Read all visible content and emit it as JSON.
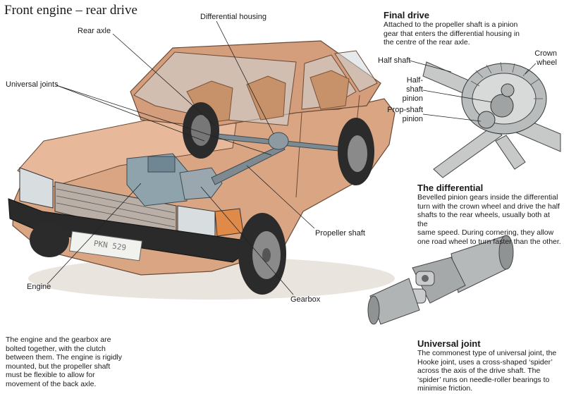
{
  "title": "Front engine – rear drive",
  "labels": {
    "differential_housing": "Differential housing",
    "rear_axle": "Rear axle",
    "universal_joints": "Universal joints",
    "propeller_shaft": "Propeller shaft",
    "engine": "Engine",
    "gearbox": "Gearbox",
    "half_shaft": "Half shaft",
    "crown_wheel_1": "Crown",
    "crown_wheel_2": "wheel",
    "half_shaft_pinion_1": "Half-",
    "half_shaft_pinion_2": "shaft",
    "half_shaft_pinion_3": "pinion",
    "prop_shaft_pinion_1": "Prop-shaft",
    "prop_shaft_pinion_2": "pinion"
  },
  "final_drive": {
    "heading": "Final drive",
    "lines": [
      "Attached to the propeller shaft is a pinion",
      "gear that enters the differential housing in",
      "the centre of the rear axle."
    ]
  },
  "differential": {
    "heading": "The differential",
    "lines": [
      "Bevelled pinion gears inside the differential",
      "turn with the crown wheel and drive the half",
      "shafts to the rear wheels, usually both at the",
      "same speed. During cornering, they allow",
      "one road wheel to turn faster than the other."
    ]
  },
  "universal_joint": {
    "heading": "Universal joint",
    "lines": [
      "The commonest type of universal joint, the",
      "Hooke joint, uses a cross-shaped ‘spider’",
      "across the axis of the drive shaft. The",
      "‘spider’ runs on needle-roller bearings to",
      "minimise friction."
    ]
  },
  "engine_note": {
    "lines": [
      "The engine and the gearbox are",
      "bolted together, with the clutch",
      "between them. The engine is rigidly",
      "mounted, but the propeller shaft",
      "must be flexible to allow for",
      "movement of the back axle."
    ]
  },
  "plate": "PKN 529"
}
